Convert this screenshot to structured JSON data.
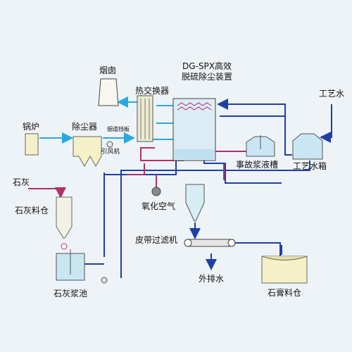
{
  "title_line1": "DG-SPX高效",
  "title_line2": "脱硫除尘装置",
  "labels": {
    "chimney": "烟囱",
    "heat_exchanger": "热交换器",
    "process_water": "工艺水",
    "boiler": "锅炉",
    "dust_collector": "除尘器",
    "smoke_baffle": "烟道挡板",
    "fan": "引风机",
    "accident_tank": "事故浆液槽",
    "process_water_tank": "工艺水箱",
    "lime": "石灰",
    "lime_silo": "石灰料仓",
    "oxidation_air": "氧化空气",
    "belt_filter": "皮带过滤机",
    "external_drain": "外排水",
    "lime_slurry_tank": "石灰浆池",
    "gypsum_silo": "石膏料仓"
  },
  "colors": {
    "flue_gas": "#29a8e0",
    "water": "#1f3fa8",
    "slurry": "#b0306a",
    "oxidation": "#8c3aa0",
    "equipment_fill": "#f4f1c8",
    "tank_fill": "#c9e6f2"
  }
}
